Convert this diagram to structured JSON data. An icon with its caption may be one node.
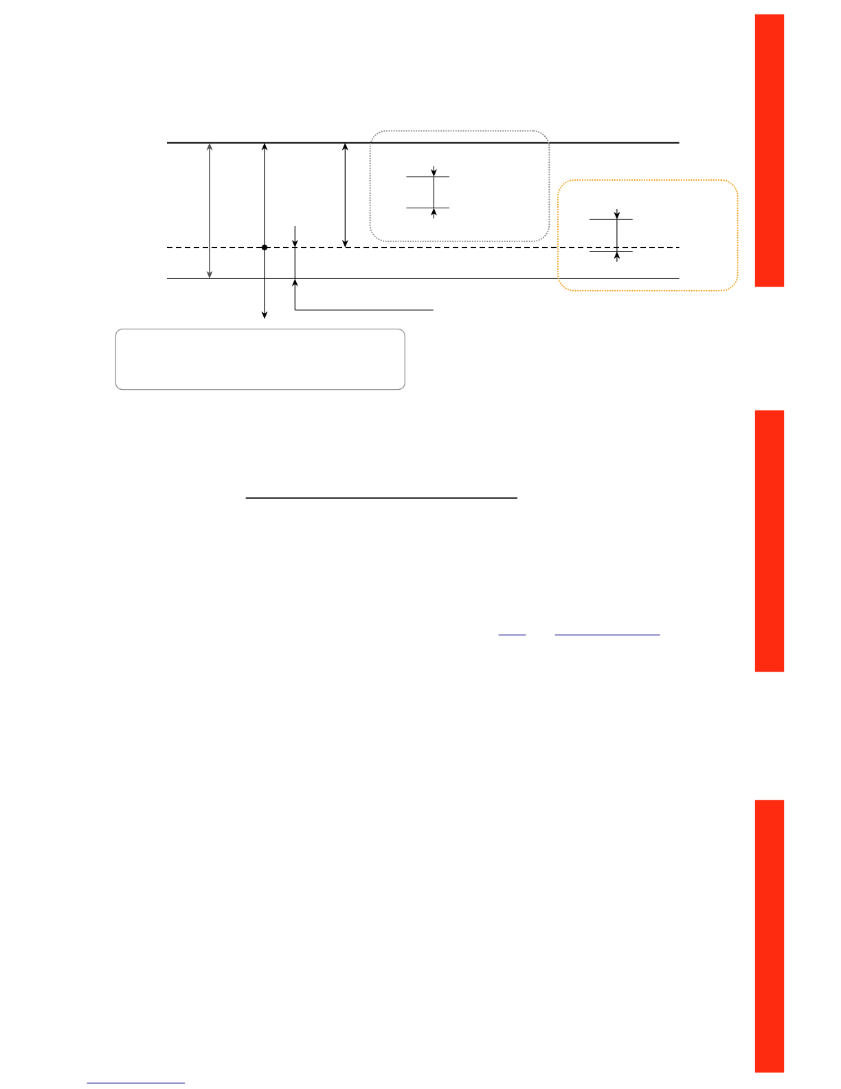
{
  "diagram": {
    "nodes": [
      {
        "text": [],
        "shape": "bar"
      },
      {
        "text": [],
        "shape": "box"
      },
      {
        "text": [],
        "shape": "box"
      },
      {
        "text": [],
        "shape": "box"
      },
      {
        "text": [],
        "shape": "bar"
      },
      {
        "text": [],
        "shape": "bar"
      }
    ]
  }
}
